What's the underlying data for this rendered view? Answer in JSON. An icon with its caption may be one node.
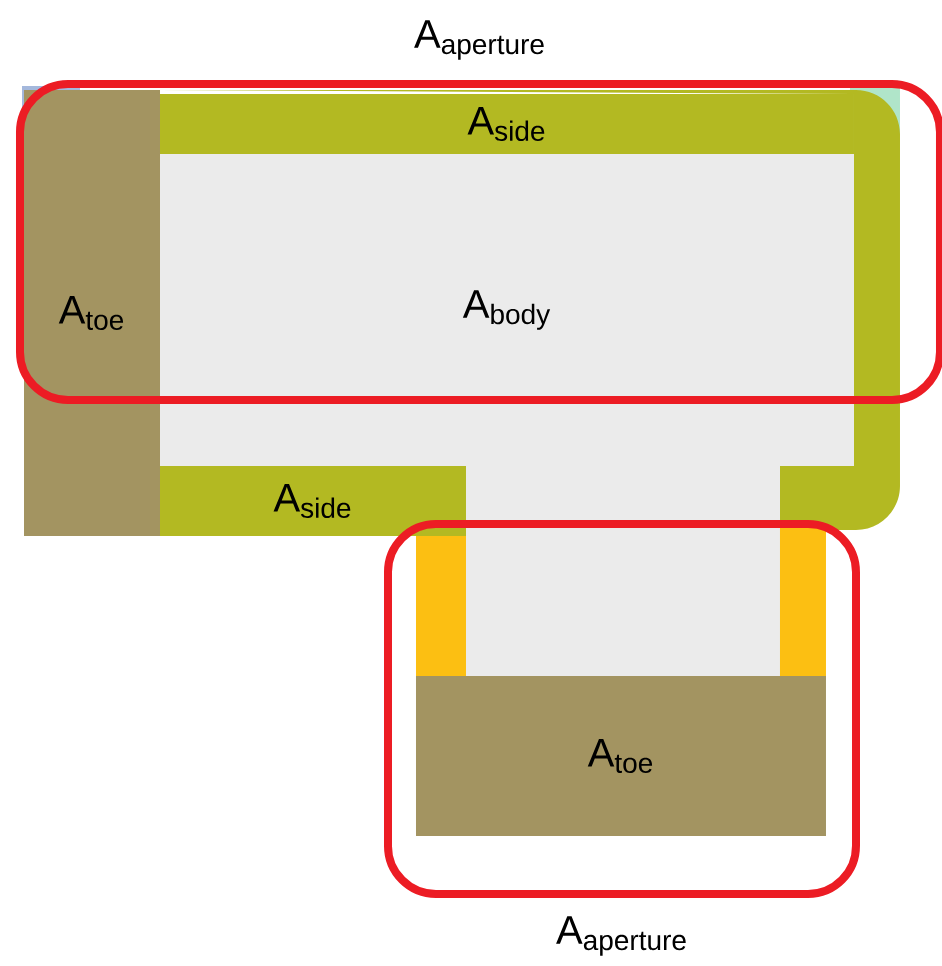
{
  "diagram": {
    "nodes": [
      {
        "text": [
          "A$_{aperture}$"
        ]
      },
      {
        "text": [
          "A$_{side}$"
        ],
        "in": 0
      },
      {
        "text": [
          "A$_{toe}$"
        ]
      },
      {
        "text": [
          "A$_{body}$"
        ]
      },
      {
        "text": [
          "A$_{side}$"
        ]
      },
      {
        "text": [
          "A$_{aperture}$"
        ]
      },
      {
        "text": [
          "A$_{toe}$"
        ],
        "in": 5
      }
    ]
  }
}
